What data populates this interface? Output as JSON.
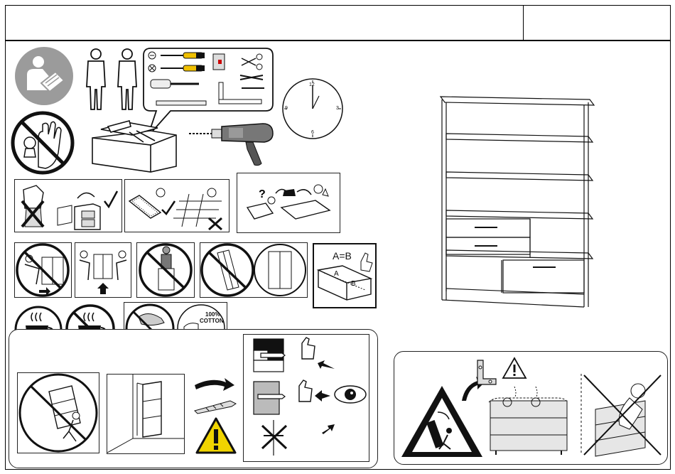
{
  "header": {
    "title": "",
    "code": ""
  },
  "clock": {
    "numbers": [
      "12",
      "3",
      "6",
      "9"
    ]
  },
  "measure_equal": {
    "formula": "A=B",
    "label_a": "A",
    "label_b": "B"
  },
  "cotton": {
    "percent": "100%",
    "word": "COTTON"
  },
  "icons": {
    "manual": "read-manual-icon",
    "people": "two-person-icon",
    "no_children": "no-children-icon",
    "tools": "tools-bubble-icon",
    "toolbox": "toolbox-icon",
    "drill": "drill-icon",
    "clock": "clock-icon",
    "warning": "warning-triangle-icon",
    "eye": "eye-icon",
    "thumbs_up": "thumbs-up-icon"
  },
  "colors": {
    "warning_yellow": "#f0d400",
    "line": "#111111",
    "gray": "#9a9a9a"
  }
}
